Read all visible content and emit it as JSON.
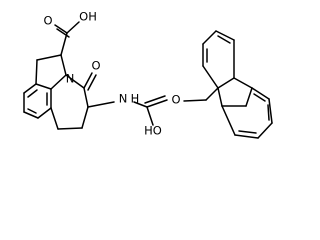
{
  "molecule": {
    "atom_labels": {
      "acid_hydroxyl": "OH",
      "acid_carbonyl_oxygen": "O",
      "lactam_oxygen": "O",
      "ring_nitrogen": "N",
      "amide_nitrogen": "N",
      "amide_hydrogen": "H",
      "carbamate_hydroxyl": "HO",
      "ester_oxygen": "O"
    }
  }
}
